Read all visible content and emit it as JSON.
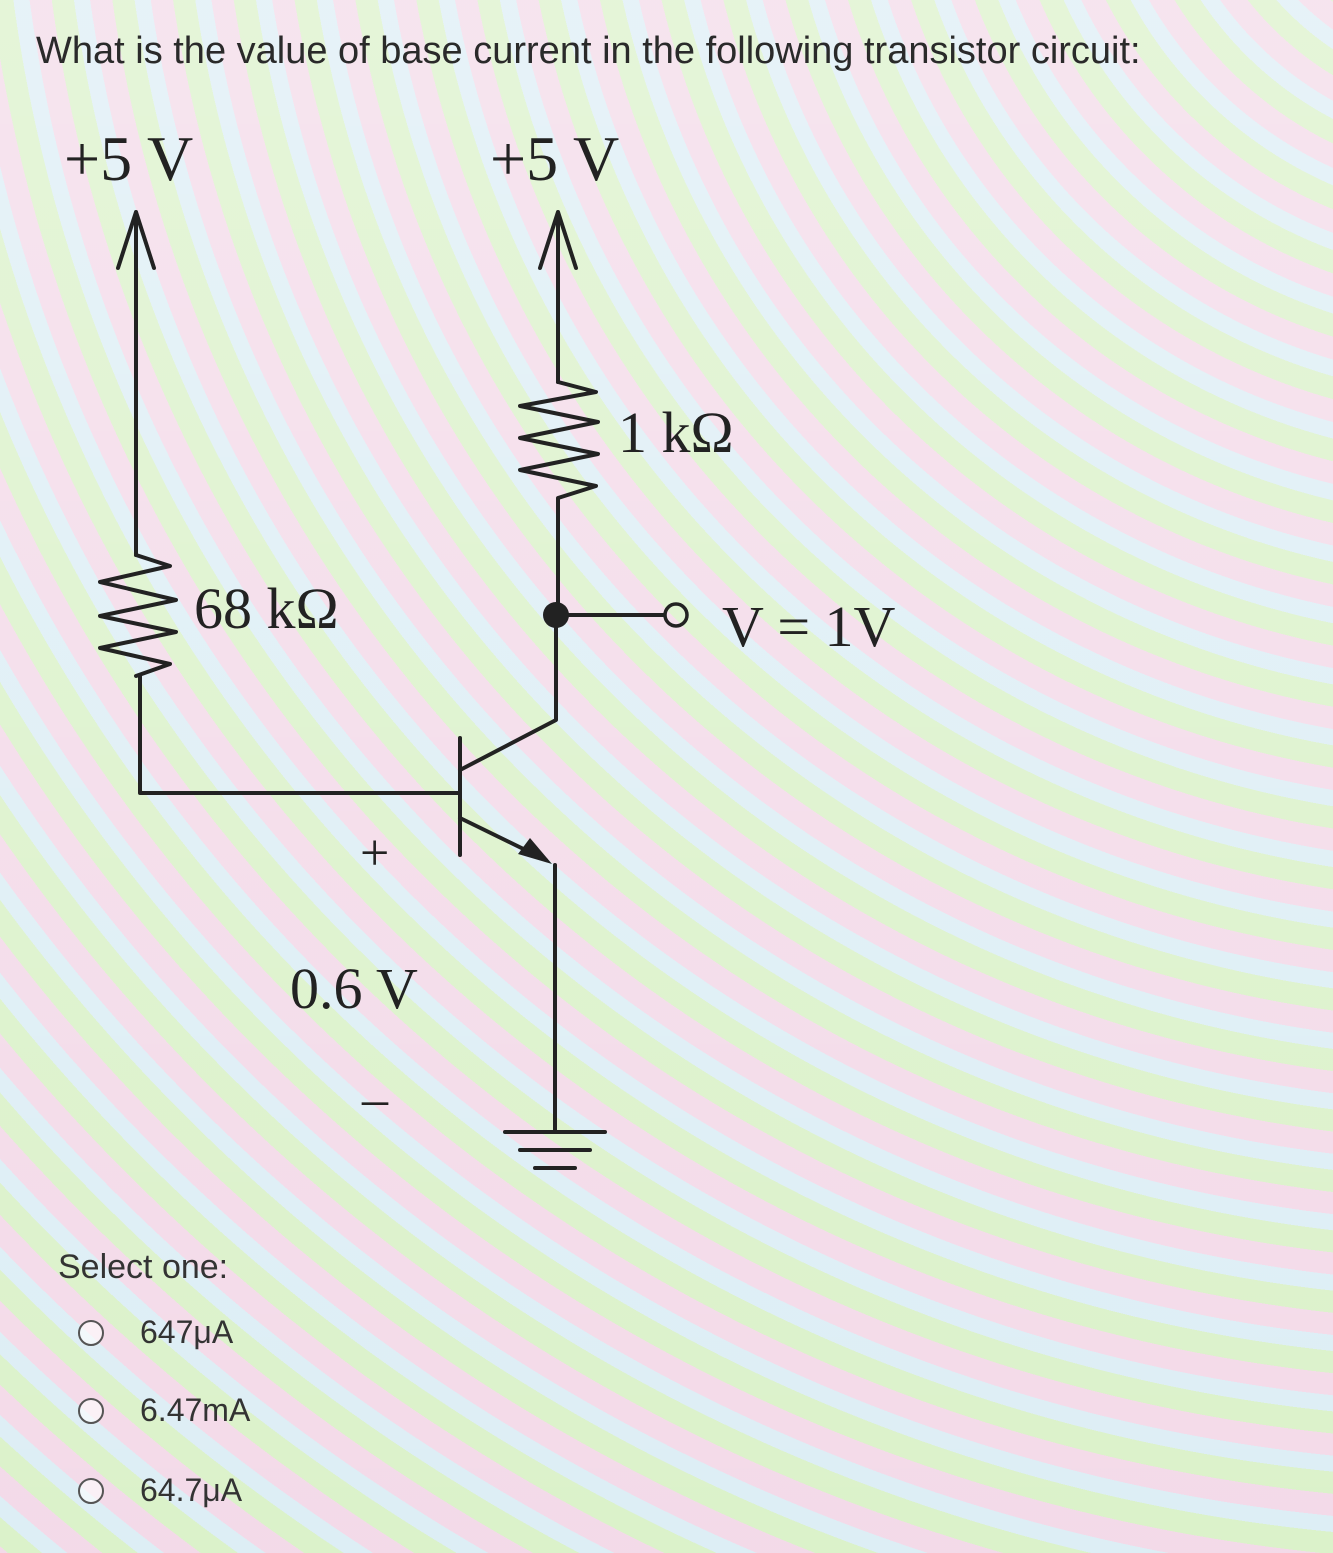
{
  "question": {
    "text": "What is the value of base current in the following transistor circuit:"
  },
  "circuit": {
    "supply_left": "+5 V",
    "supply_right": "+5 V",
    "base_resistor": "68 kΩ",
    "collector_resistor": "1 kΩ",
    "output_label": "V = 1V",
    "vbe_plus": "+",
    "vbe_value": "0.6 V",
    "vbe_minus": "–"
  },
  "answers": {
    "prompt": "Select one:",
    "options": [
      {
        "label": "647μA"
      },
      {
        "label": "6.47mA"
      },
      {
        "label": "64.7μA"
      }
    ]
  }
}
